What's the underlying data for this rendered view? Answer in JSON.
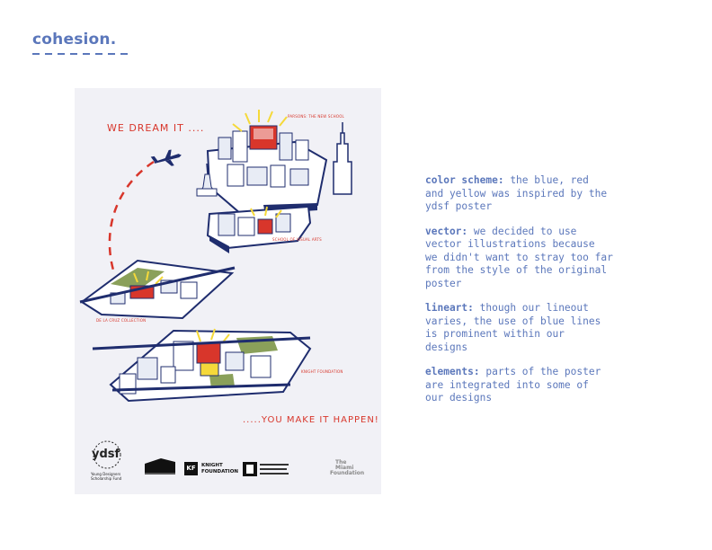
{
  "page": {
    "title": "cohesion."
  },
  "poster": {
    "headline_top": "WE DREAM IT ....",
    "headline_bottom": ".....YOU MAKE IT HAPPEN!",
    "labels": {
      "parsons": "PARSONS: THE NEW SCHOOL",
      "sva": "SCHOOL OF VISUAL ARTS",
      "de_la_cruz": "DE LA CRUZ COLLECTION",
      "knight": "KNIGHT FOUNDATION"
    },
    "colors": {
      "blue": "#1f2d6e",
      "red": "#d8362b",
      "yellow": "#f5d93a",
      "green": "#8aa05a"
    },
    "logos": {
      "ydsf": {
        "mark": "ydsf",
        "caption_line1": "Young Designers",
        "caption_line2": "Scholarship Fund"
      },
      "knight": {
        "mark": "KF",
        "line1": "KNIGHT",
        "line2": "FOUNDATION"
      },
      "miami": {
        "line1": "The",
        "line2": "Miami",
        "line3": "Foundation"
      }
    }
  },
  "notes": [
    {
      "head": "color scheme:",
      "lines": [
        "the blue, red",
        "and yellow was inspired by the",
        "ydsf poster"
      ]
    },
    {
      "head": "vector:",
      "lines": [
        "we decided to use",
        "vector illustrations because",
        "we didn't want to stray too far",
        "from the style of the original",
        "poster"
      ]
    },
    {
      "head": "lineart:",
      "lines": [
        "though our lineout",
        "varies, the use of blue lines",
        "is prominent within our",
        "designs"
      ]
    },
    {
      "head": "elements:",
      "lines": [
        "parts of the poster",
        "are integrated into some of",
        "our designs"
      ]
    }
  ]
}
